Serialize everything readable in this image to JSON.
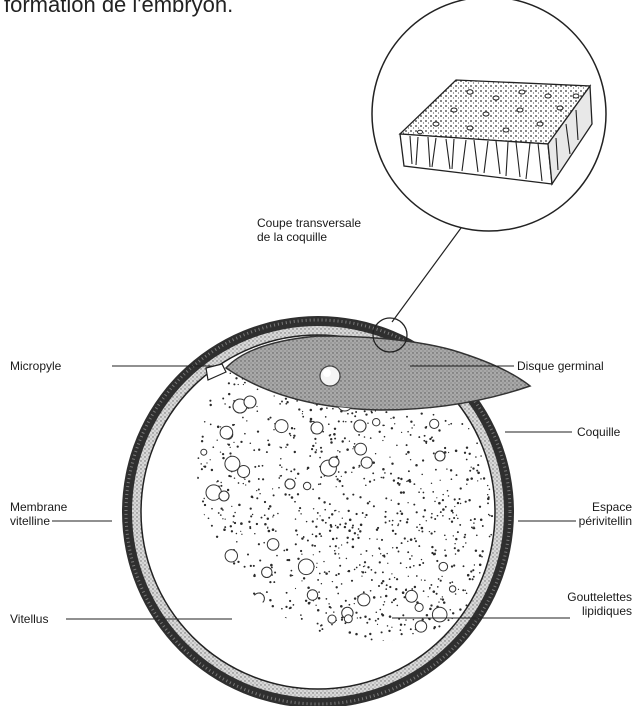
{
  "header_fragment": "formation de l'embryon.",
  "labels": {
    "coupe": "Coupe transversale\nde la coquille",
    "micropyle": "Micropyle",
    "disque": "Disque germinal",
    "coquille": "Coquille",
    "membrane": "Membrane\nvitelline",
    "espace": "Espace\npérivitellin",
    "vitellus": "Vitellus",
    "gouttelettes": "Gouttelettes\nlipidiques"
  }
}
